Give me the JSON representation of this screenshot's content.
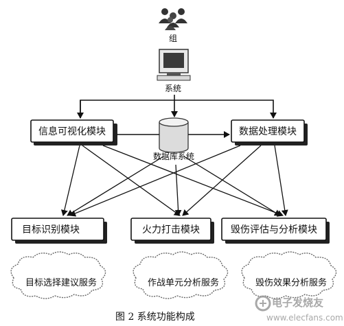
{
  "group_label": "组",
  "system_label": "系统",
  "database_label": "数据库系统",
  "top_modules": {
    "info_vis": "信息可视化模块",
    "data_proc": "数据处理模块"
  },
  "mid_modules": {
    "target_recog": "目标识别模块",
    "fire_strike": "火力打击模块",
    "damage_eval": "毁伤评估与分析模块"
  },
  "services": {
    "target_select": "目标选择建议服务",
    "combat_unit": "作战单元分析服务",
    "damage_effect": "毁伤效果分析服务"
  },
  "caption": "图 2    系统功能构成",
  "watermark": {
    "brand": "电子发烧友",
    "url": "www.elecfans.com"
  }
}
